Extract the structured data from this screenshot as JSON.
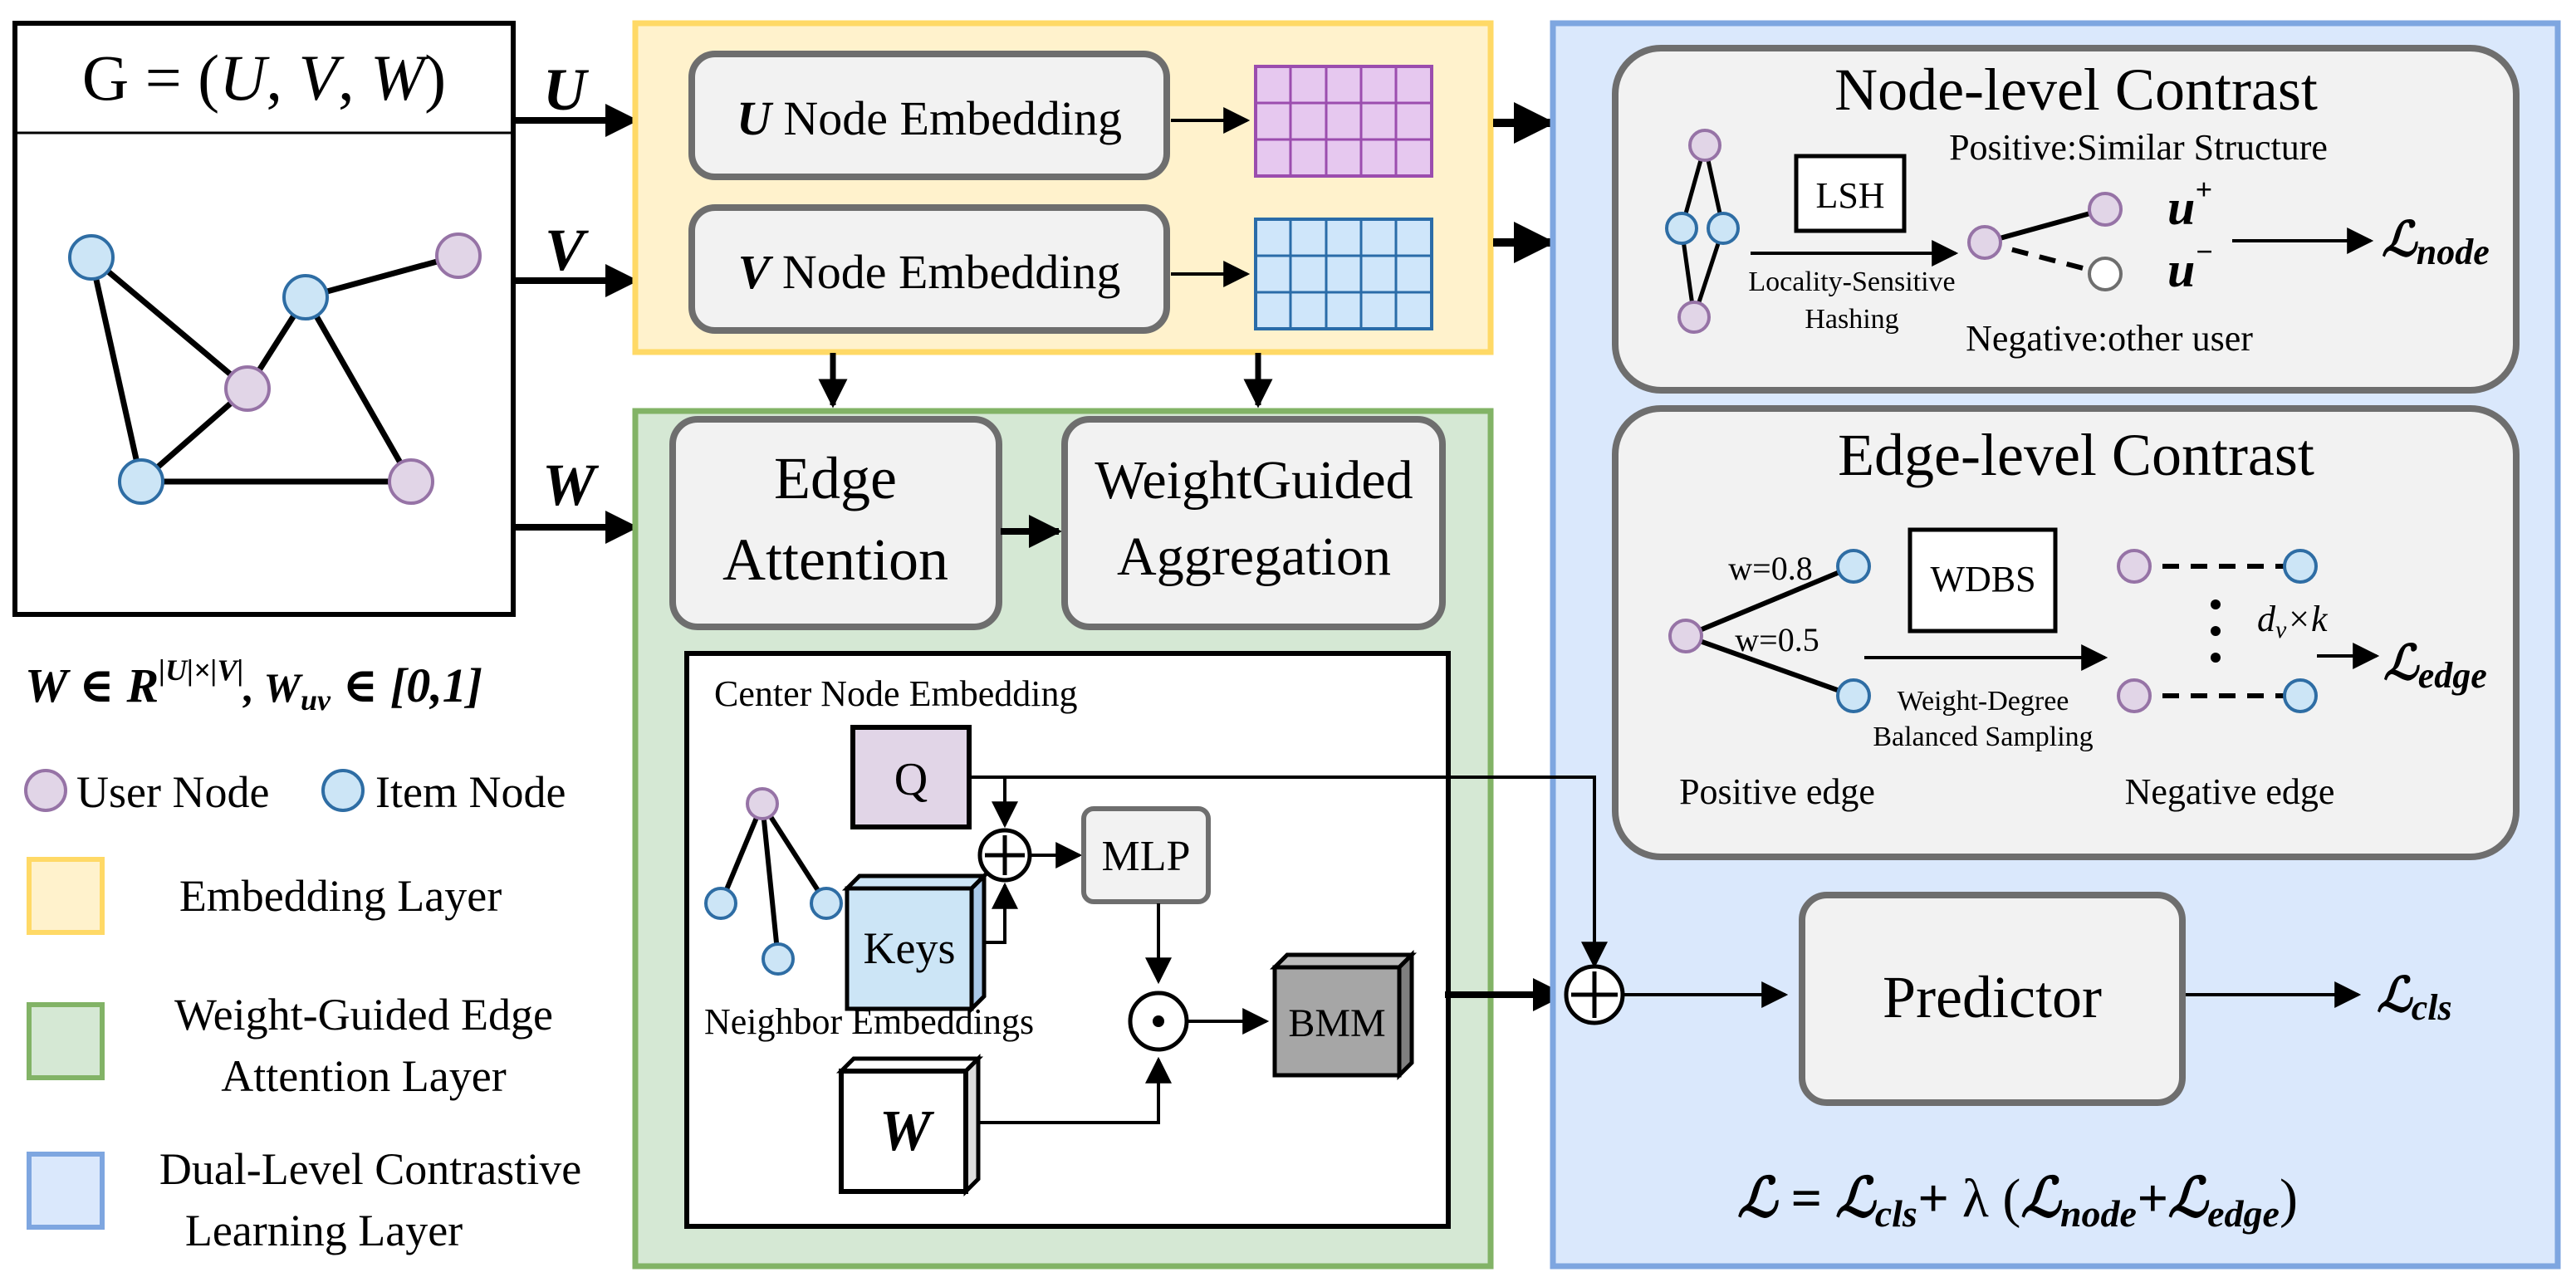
{
  "graph_box": {
    "title": "G = (U, V, W)",
    "constraint": "W ∈ R|U|×|V|, Wuv ∈ [0,1]"
  },
  "inputs": {
    "u": "U",
    "v": "V",
    "w": "W"
  },
  "legend": {
    "user_node": "User Node",
    "item_node": "Item Node",
    "embedding_layer": "Embedding Layer",
    "edge_attention_layer_line1": "Weight-Guided Edge",
    "edge_attention_layer_line2": "Attention Layer",
    "contrastive_layer_line1": "Dual-Level Contrastive",
    "contrastive_layer_line2": "Learning Layer"
  },
  "embedding": {
    "u_node_embedding": "Node Embedding",
    "v_node_embedding": "Node Embedding"
  },
  "attention": {
    "edge_attention_line1": "Edge",
    "edge_attention_line2": "Attention",
    "weight_guided_line1": "WeightGuided",
    "weight_guided_line2": "Aggregation",
    "center_node_embedding": "Center Node Embedding",
    "q_label": "Q",
    "keys_label": "Keys",
    "mlp_label": "MLP",
    "bmm_label": "BMM",
    "w_label": "W",
    "neighbor_embeddings": "Neighbor Embeddings"
  },
  "node_contrast": {
    "title": "Node-level Contrast",
    "positive": "Positive:Similar Structure",
    "lsh": "LSH",
    "lsh_desc_line1": "Locality-Sensitive",
    "lsh_desc_line2": "Hashing",
    "u_pos": "u",
    "u_neg": "u",
    "negative": "Negative:other user",
    "loss_node": "node"
  },
  "edge_contrast": {
    "title": "Edge-level Contrast",
    "w1": "w=0.8",
    "w2": "w=0.5",
    "wdbs": "WDBS",
    "wdbs_desc_line1": "Weight-Degree",
    "wdbs_desc_line2": "Balanced Sampling",
    "dv_k": "×k",
    "positive_edge": "Positive edge",
    "negative_edge": "Negative edge",
    "loss_edge": "edge"
  },
  "predictor": {
    "label": "Predictor",
    "loss_cls": "cls"
  },
  "total_loss": {
    "lambda": "λ"
  },
  "colors": {
    "embedding_fill": "#fff2cc",
    "embedding_border": "#ffd966",
    "attention_fill": "#d5e8d4",
    "attention_border": "#82b366",
    "contrast_fill": "#dae8fc",
    "contrast_border": "#7ea6e0",
    "user_node": "#e1d5e7",
    "user_node_border": "#9673a6",
    "item_node": "#cce5f6",
    "item_node_border": "#2e6da4",
    "u_matrix": "#e6c8ef",
    "u_matrix_border": "#9b4dae",
    "v_matrix": "#cfe6fa",
    "v_matrix_border": "#2a6ca8",
    "box_fill": "#f2f2f2",
    "box_border": "#6e6e6e",
    "bmm_fill": "#a6a6a6"
  }
}
